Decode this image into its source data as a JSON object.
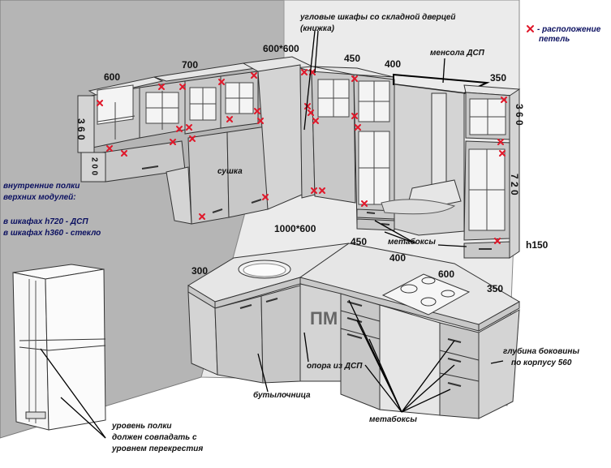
{
  "dims": {
    "d600_top": "600",
    "d700": "700",
    "d600x600": "600*600",
    "d450_top": "450",
    "d400_top": "400",
    "d350_top": "350",
    "d360_left": "3 6 0",
    "d200_left": "2 0 0",
    "d360_right": "3 6 0",
    "d720_right": "7 2 0",
    "d1000x600": "1000*600",
    "d450_mid": "450",
    "d400_mid": "400",
    "d300": "300",
    "d600_hob": "600",
    "d350_right": "350",
    "h150": "h150"
  },
  "labels": {
    "corner_cabinets_1": "угловые шкафы со складной дверцей",
    "corner_cabinets_2": "(книжка)",
    "legend_text_1": "- расположение",
    "legend_text_2": "петель",
    "mensola": "менсола ДСП",
    "sushka": "сушка",
    "shelves_1": "внутренние полки",
    "shelves_2": "верхних модулей:",
    "shelves_3": "в шкафах h720 - ДСП",
    "shelves_4": "в шкафах h360 - стекло",
    "metaboxes_top": "метабоксы",
    "pm": "ПМ",
    "support": "опора из ДСП",
    "bottle": "бутылочница",
    "metaboxes_bottom": "метабоксы",
    "side_depth_1": "глубина боковины",
    "side_depth_2": "по корпусу 560",
    "shelf_level_1": "уровень полки",
    "shelf_level_2": "должен совпадать с",
    "shelf_level_3": "уровнем перекрестия"
  },
  "colors": {
    "hinge_mark": "#e0182a",
    "wall": "#b5b5b5",
    "floor": "#ffffff"
  },
  "icons": {
    "hinge": "red-x-icon"
  }
}
